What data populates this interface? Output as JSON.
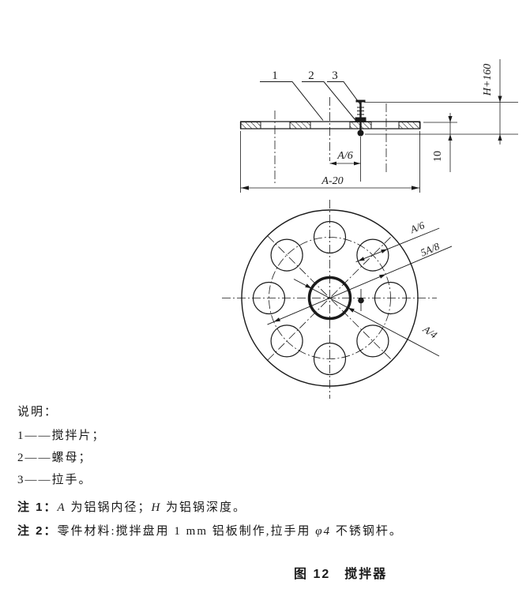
{
  "ink": "#1a1a1a",
  "side_view": {
    "part_numbers": [
      "1",
      "2",
      "3"
    ],
    "dim_offset": "A/6",
    "dim_width": "A-20",
    "dim_height": "H+160",
    "dim_drop": "10"
  },
  "top_view": {
    "dim_hole": "A/6",
    "dim_bolt_circle": "5A/8",
    "dim_center_hole": "A/4"
  },
  "legend": {
    "title": "说明：",
    "items": [
      "1——搅拌片；",
      "2——螺母；",
      "3——拉手。"
    ]
  },
  "notes": [
    {
      "segments": [
        {
          "text": "注 1：",
          "bold": true
        },
        {
          "text": "A",
          "italic": true
        },
        {
          "text": " 为铝锅内径；"
        },
        {
          "text": "H",
          "italic": true
        },
        {
          "text": " 为铝锅深度。"
        }
      ]
    },
    {
      "segments": [
        {
          "text": "注 2：",
          "bold": true
        },
        {
          "text": "零件材料:搅拌盘用 1 mm 铝板制作,拉手用 "
        },
        {
          "text": "φ4",
          "italic": true
        },
        {
          "text": " 不锈钢杆。"
        }
      ]
    }
  ],
  "caption": "图 12　搅拌器"
}
